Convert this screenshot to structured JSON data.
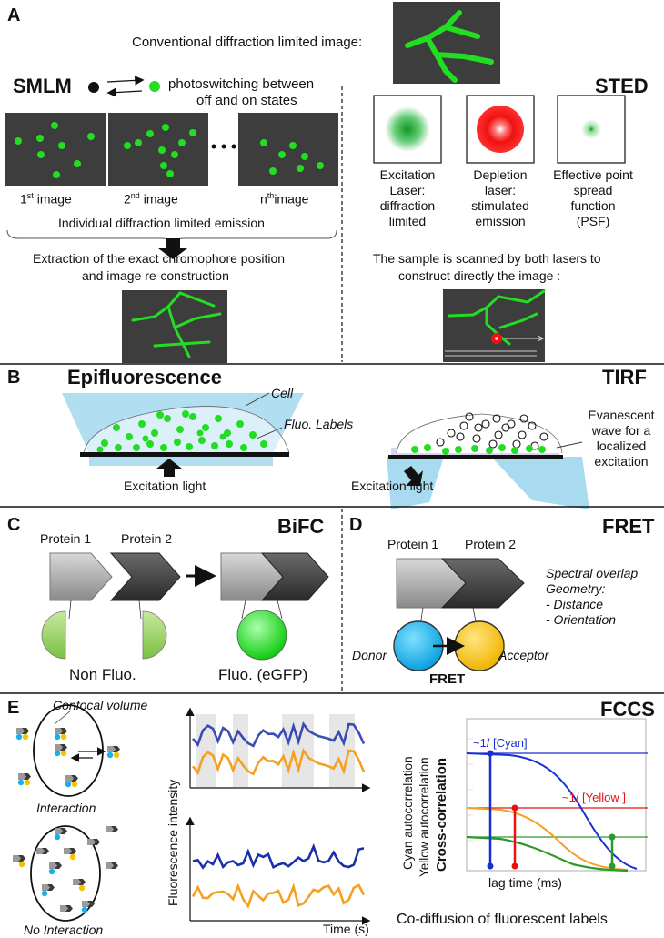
{
  "panelA": {
    "letter": "A",
    "conventional_label": "Conventional diffraction limited image:",
    "smlm": {
      "title": "SMLM",
      "photoswitching": "photoswitching between",
      "photoswitching2": "off and on states",
      "images": [
        {
          "n": "1",
          "sup": "st",
          "rest": " image"
        },
        {
          "n": "2",
          "sup": "nd",
          "rest": " image"
        },
        {
          "n": "n",
          "sup": "th",
          "rest": "image"
        }
      ],
      "individual": "Individual diffraction limited emission",
      "extraction1": "Extraction of the exact chromophore position",
      "extraction2": "and image re-construction"
    },
    "sted": {
      "title": "STED",
      "boxes": [
        {
          "line1": "Excitation",
          "line2": "Laser:",
          "line3": "diffraction",
          "line4": "limited"
        },
        {
          "line1": "Depletion",
          "line2": "laser:",
          "line3": "stimulated",
          "line4": "emission"
        },
        {
          "line1": "Effective point",
          "line2": "spread",
          "line3": "function",
          "line4": "(PSF)"
        }
      ],
      "scan1": "The sample is scanned by both lasers to",
      "scan2": "construct directly the image :"
    }
  },
  "panelB": {
    "letter": "B",
    "epi_title": "Epifluorescence",
    "tirf_title": "TIRF",
    "cell": "Cell",
    "fluo_labels": "Fluo. Labels",
    "excitation_light_left": "Excitation light",
    "excitation_light_right": "Excitation light",
    "evanescent1": "Evanescent",
    "evanescent2": "wave for a",
    "evanescent3": "localized",
    "evanescent4": "excitation"
  },
  "panelC": {
    "letter": "C",
    "title": "BiFC",
    "protein1": "Protein 1",
    "protein2": "Protein 2",
    "non_fluo": "Non Fluo.",
    "fluo": "Fluo. (eGFP)"
  },
  "panelD": {
    "letter": "D",
    "title": "FRET",
    "protein1": "Protein 1",
    "protein2": "Protein 2",
    "spectral": "Spectral overlap",
    "geometry": "Geometry:",
    "distance": "- Distance",
    "orientation": "- Orientation",
    "donor": "Donor",
    "acceptor": "Acceptor",
    "fret_label": "FRET"
  },
  "panelE": {
    "letter": "E",
    "title": "FCCS",
    "confocal": "Confocal volume",
    "interaction": "Interaction",
    "no_interaction": "No Interaction",
    "fluor_intensity": "Fluorescence intensity",
    "time": "Time (s)",
    "cyan_auto": "Cyan autocorrelation",
    "yellow_auto": "Yellow autocorrelation",
    "cross": "Cross-correlation",
    "cyan_label": "~1/ [Cyan]",
    "yellow_label": "~1/ [Yellow ]",
    "lag": "lag time (ms)",
    "codiffusion": "Co-diffusion of fluorescent labels"
  },
  "colors": {
    "green": "#22dd22",
    "gray_bg": "#3d3d3d",
    "light_blue": "#a8daf0",
    "cyan": "#1ab0e8",
    "yellow": "#f5c400",
    "blue_line": "#1a2fd0",
    "orange_line": "#f5a020",
    "red_line": "#e81010",
    "green_line": "#2a9a2a"
  }
}
